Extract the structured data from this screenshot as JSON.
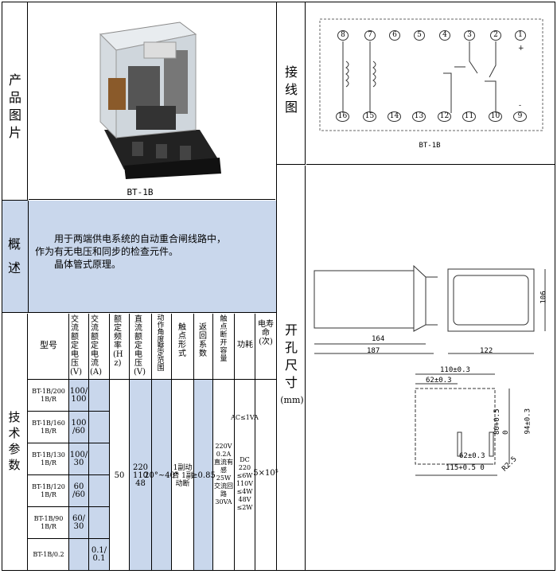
{
  "left": {
    "photo_label": "产品图片",
    "product_caption": "BT-1B",
    "overview_label": "概述",
    "overview_line1": "用于两端供电系统的自动重合闸线路中，",
    "overview_line2": "作为有无电压和同步的检查元件。",
    "overview_line3": "晶体管式原理。",
    "params_label": "技术参数",
    "headers": {
      "model": "型号",
      "ac_voltage": "交流额定电压(V)",
      "ac_current": "交流额定电流(A)",
      "rated_freq": "额定频率(Hz)",
      "dc_voltage": "直流额定电压(V)",
      "angle_range": "动作角度整定范围",
      "contact_form": "触点形式",
      "return_coef": "返回系数",
      "break_capacity": "触点断开容量",
      "power": "功耗",
      "elec_life": "电寿命(次)"
    },
    "rows": [
      {
        "model": "BT-1B/200 1B/R",
        "ac_v": "100/ 100"
      },
      {
        "model": "BT-1B/160 1B/R",
        "ac_v": "100 /60"
      },
      {
        "model": "BT-1B/130 1B/R",
        "ac_v": "100/ 30"
      },
      {
        "model": "BT-1B/120 1B/R",
        "ac_v": "60 /60"
      },
      {
        "model": "BT-1B/90 1B/R",
        "ac_v": "60/ 30"
      },
      {
        "model": "BT-1B/0.2",
        "ac_v": "",
        "ac_a": "0.1/ 0.1"
      }
    ],
    "shared": {
      "freq": "50",
      "dc_v": "220 110 48",
      "angle": "20°~40°",
      "contact": "1副动合 1副动断",
      "return": "≥0.85",
      "capacity": "220V 0.2A 直流有感25W 交流回路30VA",
      "power_ac": "AC≤1VA",
      "power_dc": "DC 220 ≤6W 110V ≤4W 48V ≤2W",
      "life": "5×10⁵"
    }
  },
  "right": {
    "wiring_label": "接线图",
    "wiring_caption": "BT-1B",
    "top_terminals": [
      "8",
      "7",
      "6",
      "5",
      "4",
      "3",
      "2",
      "1"
    ],
    "bottom_terminals": [
      "16",
      "15",
      "14",
      "13",
      "12",
      "11",
      "10",
      "9"
    ],
    "plus": "+",
    "minus": "-",
    "cutout_label": "开孔尺寸",
    "cutout_unit": "(mm)",
    "dims": {
      "d106": "106",
      "d164": "164",
      "d187": "187",
      "d122": "122",
      "d110": "110±0.3",
      "d62a": "62±0.3",
      "d80": "80+0.5 0",
      "d94": "94±0.3",
      "d62b": "62±0.3",
      "d115": "115+0.5 0",
      "r25": "R2.5"
    }
  }
}
